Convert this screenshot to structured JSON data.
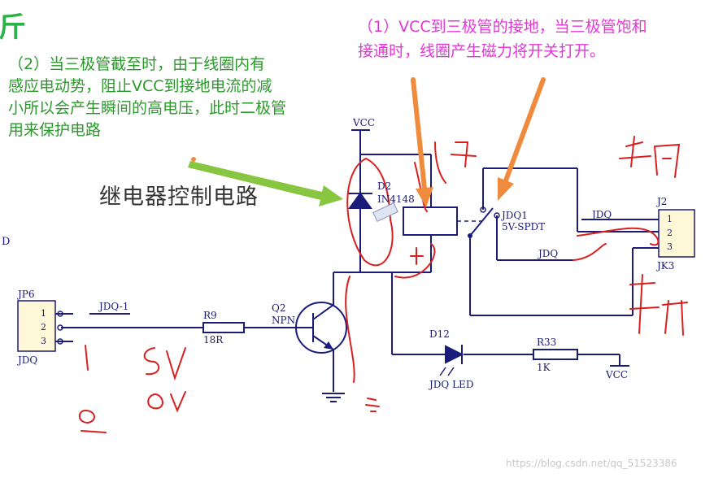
{
  "slide": {
    "logo_char": "斤",
    "margin_letter": "D",
    "title": "继电器控制电路",
    "note_left_lines": [
      "（2）当三极管截至时，由于线圈内有",
      "感应电动势，阻止VCC到接地电流的减",
      "小所以会产生瞬间的高电压，此时二极管",
      "用来保护电路"
    ],
    "note_right_lines": [
      "（1）VCC到三极管的接地，当三极管饱和",
      "接通时，线圈产生磁力将开关打开。"
    ],
    "watermark": "https://blog.csdn.net/qq_51523386"
  },
  "schematic": {
    "vcc_top": "VCC",
    "vcc_bottom": "VCC",
    "d2_ref": "D2",
    "d2_val": "IN4148",
    "relay_ref": "JDQ1",
    "relay_val": "5V-SPDT",
    "j2_ref": "J2",
    "j2_val": "JK3",
    "j2_pins": [
      "1",
      "2",
      "3"
    ],
    "jdq_net_1": "JDQ",
    "jdq_net_2": "JDQ",
    "jp6_ref": "JP6",
    "jp6_val": "JDQ",
    "jp6_pins": [
      "1",
      "2",
      "3"
    ],
    "jdq1_net": "JDQ-1",
    "r9_ref": "R9",
    "r9_val": "18R",
    "q2_ref": "Q2",
    "q2_val": "NPN",
    "d12_ref": "D12",
    "d12_val": "JDQ LED",
    "r33_ref": "R33",
    "r33_val": "1K"
  },
  "colors": {
    "wire": "#1b1b7a",
    "annotation_red": "#d82020",
    "arrow_orange": "#f08a3c",
    "arrow_green": "#88c540",
    "note_green": "#2a9a2a",
    "note_pink": "#e436d6"
  }
}
